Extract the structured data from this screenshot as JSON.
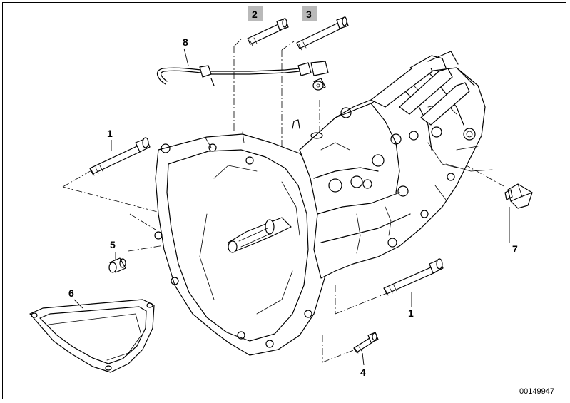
{
  "callouts": [
    {
      "id": "bolt-1-upper",
      "label": "1",
      "highlighted": false
    },
    {
      "id": "bolt-1-lower",
      "label": "1",
      "highlighted": false
    },
    {
      "id": "bolt-2",
      "label": "2",
      "highlighted": true
    },
    {
      "id": "bolt-3",
      "label": "3",
      "highlighted": true
    },
    {
      "id": "bolt-4",
      "label": "4",
      "highlighted": false
    },
    {
      "id": "sleeve-5",
      "label": "5",
      "highlighted": false
    },
    {
      "id": "cover-6",
      "label": "6",
      "highlighted": false
    },
    {
      "id": "sensor-7",
      "label": "7",
      "highlighted": false
    },
    {
      "id": "vent-line-8",
      "label": "8",
      "highlighted": false
    }
  ],
  "diagram_code": "00149947",
  "colors": {
    "line": "#000000",
    "highlight_box": "#b9b9b9",
    "background": "#ffffff"
  }
}
